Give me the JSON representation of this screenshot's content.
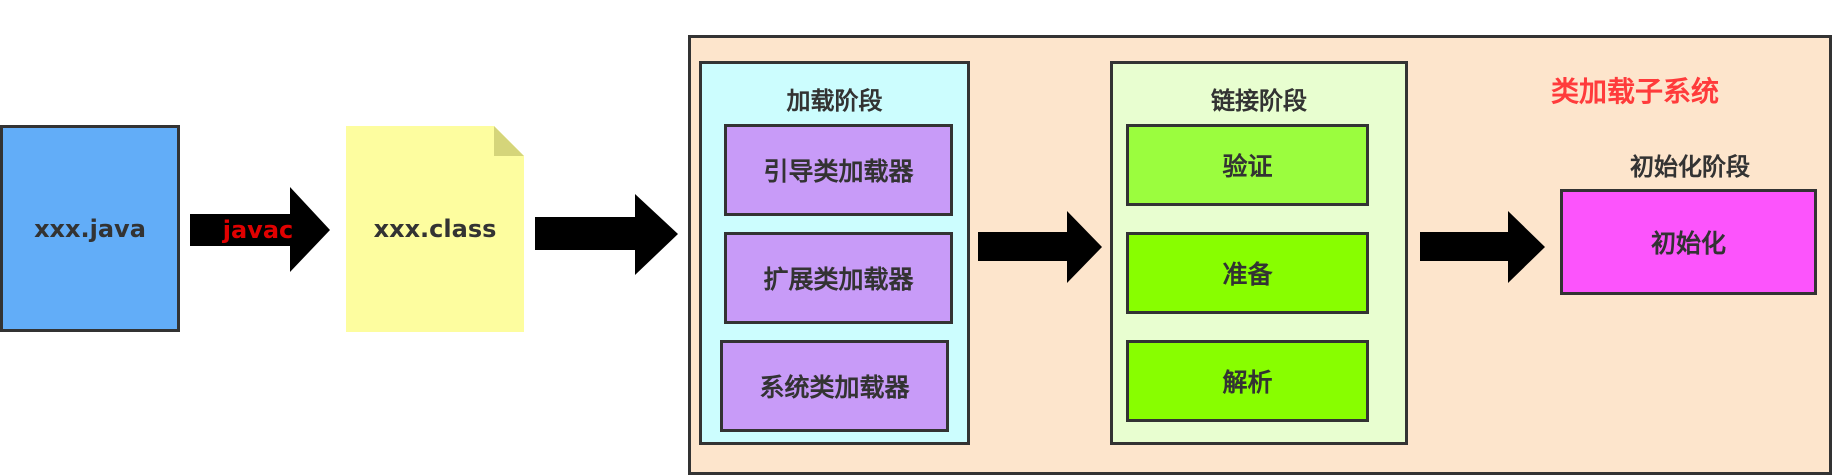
{
  "source_box": {
    "label": "xxx.java"
  },
  "compile_arrow": {
    "label": "javac"
  },
  "class_file": {
    "label": "xxx.class"
  },
  "subsystem": {
    "title": "类加载子系统",
    "loading": {
      "title": "加载阶段",
      "loaders": [
        "引导类加载器",
        "扩展类加载器",
        "系统类加载器"
      ]
    },
    "linking": {
      "title": "链接阶段",
      "steps": [
        "验证",
        "准备",
        "解析"
      ]
    },
    "initialization": {
      "title": "初始化阶段",
      "box": "初始化"
    }
  },
  "colors": {
    "source_box": "#62adf8",
    "class_file": "#fdfd9f",
    "subsystem_bg": "#fde5cc",
    "loading_bg": "#ccfdfe",
    "loader_box": "#c89bf8",
    "linking_bg": "#e8fed0",
    "link_step": "#88fe00",
    "init_box": "#fc54fc",
    "title_red": "#ff3b3b",
    "javac_red": "#e00000"
  }
}
